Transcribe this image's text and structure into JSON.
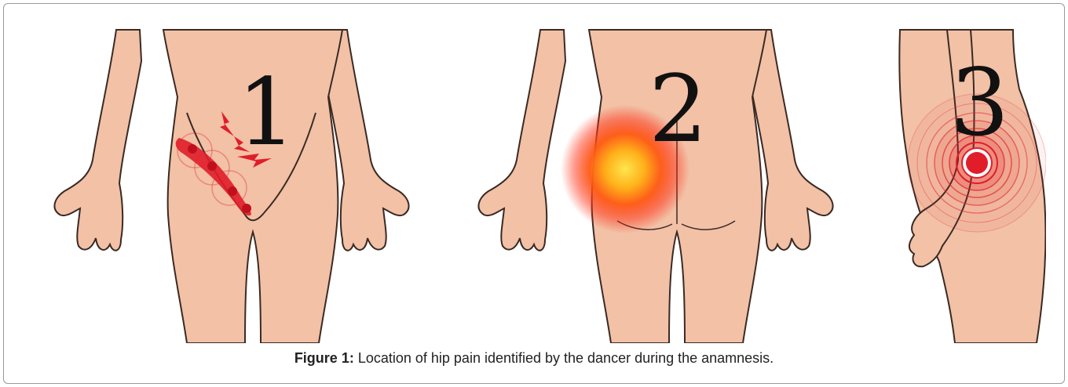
{
  "figure": {
    "panels": [
      {
        "number": "1",
        "pain_marker": "groin-lightning"
      },
      {
        "number": "2",
        "pain_marker": "glow"
      },
      {
        "number": "3",
        "pain_marker": "ripple"
      }
    ],
    "caption_label": "Figure 1:",
    "caption_text": " Location of hip pain identified by the dancer during the anamnesis."
  },
  "colors": {
    "skin": "#f2c1a6",
    "outline": "#3a2a24",
    "pain_red": "#e11d2a",
    "glow_yellow": "#ffd21a"
  }
}
